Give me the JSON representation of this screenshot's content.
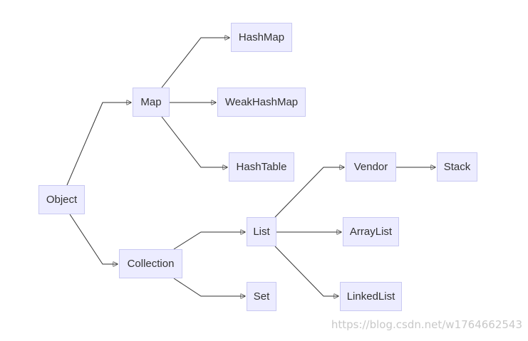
{
  "nodes": {
    "object": "Object",
    "map": "Map",
    "collection": "Collection",
    "hashmap": "HashMap",
    "weakhashmap": "WeakHashMap",
    "hashtable": "HashTable",
    "list": "List",
    "set": "Set",
    "vendor": "Vendor",
    "stack": "Stack",
    "arraylist": "ArrayList",
    "linkedlist": "LinkedList"
  },
  "edges": [
    {
      "from": "Object",
      "to": "Map"
    },
    {
      "from": "Object",
      "to": "Collection"
    },
    {
      "from": "Map",
      "to": "HashMap"
    },
    {
      "from": "Map",
      "to": "WeakHashMap"
    },
    {
      "from": "Map",
      "to": "HashTable"
    },
    {
      "from": "Collection",
      "to": "List"
    },
    {
      "from": "Collection",
      "to": "Set"
    },
    {
      "from": "List",
      "to": "Vendor"
    },
    {
      "from": "List",
      "to": "ArrayList"
    },
    {
      "from": "List",
      "to": "LinkedList"
    },
    {
      "from": "Vendor",
      "to": "Stack"
    }
  ],
  "colors": {
    "node_fill": "#ececff",
    "node_border": "#c9c9f2",
    "edge": "#333333",
    "text": "#333333"
  },
  "watermark": "https://blog.csdn.net/w1764662543"
}
